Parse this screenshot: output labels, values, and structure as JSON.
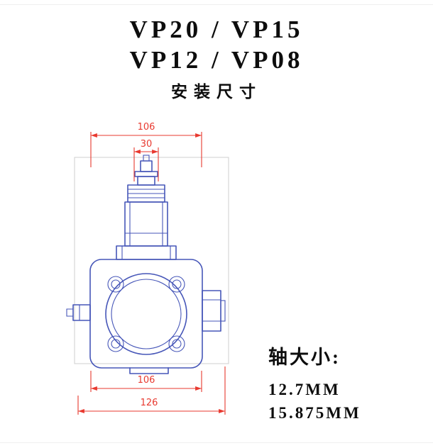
{
  "title": {
    "line1": "VP20 / VP15",
    "line2": "VP12 / VP08",
    "subtitle": "安装尺寸"
  },
  "dims": {
    "top_width": "106",
    "stem_width": "30",
    "body_width": "106",
    "overall_width": "126"
  },
  "shaft": {
    "label": "轴大小:",
    "sizes": [
      "12.7MM",
      "15.875MM"
    ]
  },
  "colors": {
    "dimension": "#e8392f",
    "drawing": "#4656b8",
    "boundary": "#cfcfcf"
  }
}
